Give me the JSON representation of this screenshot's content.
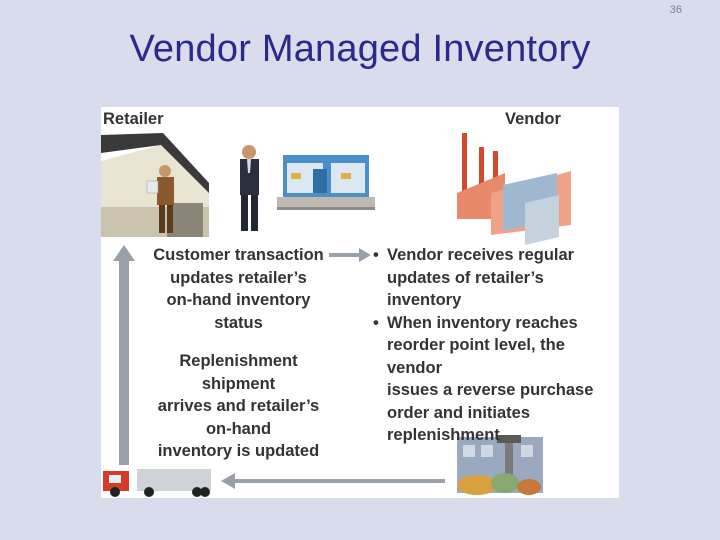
{
  "page_number": "36",
  "title": "Vendor Managed Inventory",
  "figure": {
    "retailer_label": "Retailer",
    "vendor_label": "Vendor",
    "customer_transaction_lines": [
      "Customer transaction",
      "updates  retailer’s",
      "on-hand inventory",
      "status"
    ],
    "replenishment_lines": [
      "Replenishment shipment",
      "arrives and retailer’s",
      "on-hand",
      "inventory is updated"
    ],
    "vendor_bullet_1_lines": [
      "Vendor receives regular",
      "updates of retailer’s",
      "inventory"
    ],
    "vendor_bullet_2_lines": [
      "When inventory reaches",
      "reorder point level, the vendor",
      "issues a reverse purchase",
      "order and initiates",
      "replenishment"
    ],
    "bullet_symbol": "•",
    "icons": [
      "store-building-icon",
      "shopkeeper-icon",
      "customer-icon",
      "shop-shelves-icon",
      "factory-icon",
      "truck-icon",
      "warehouse-machinery-icon"
    ]
  }
}
